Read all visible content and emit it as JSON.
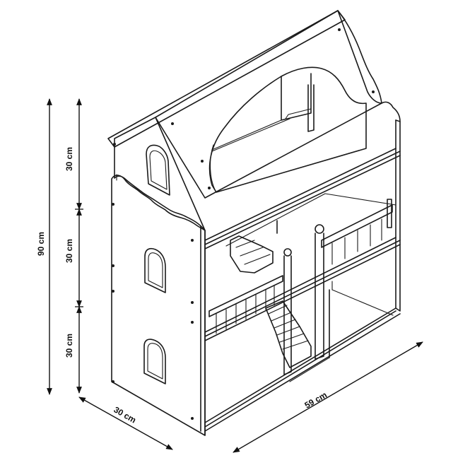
{
  "dimensions": {
    "total_height": "90 cm",
    "upper_floor_height": "30 cm",
    "middle_floor_height": "30 cm",
    "lower_floor_height": "30 cm",
    "depth": "30 cm",
    "width": "59 cm"
  }
}
